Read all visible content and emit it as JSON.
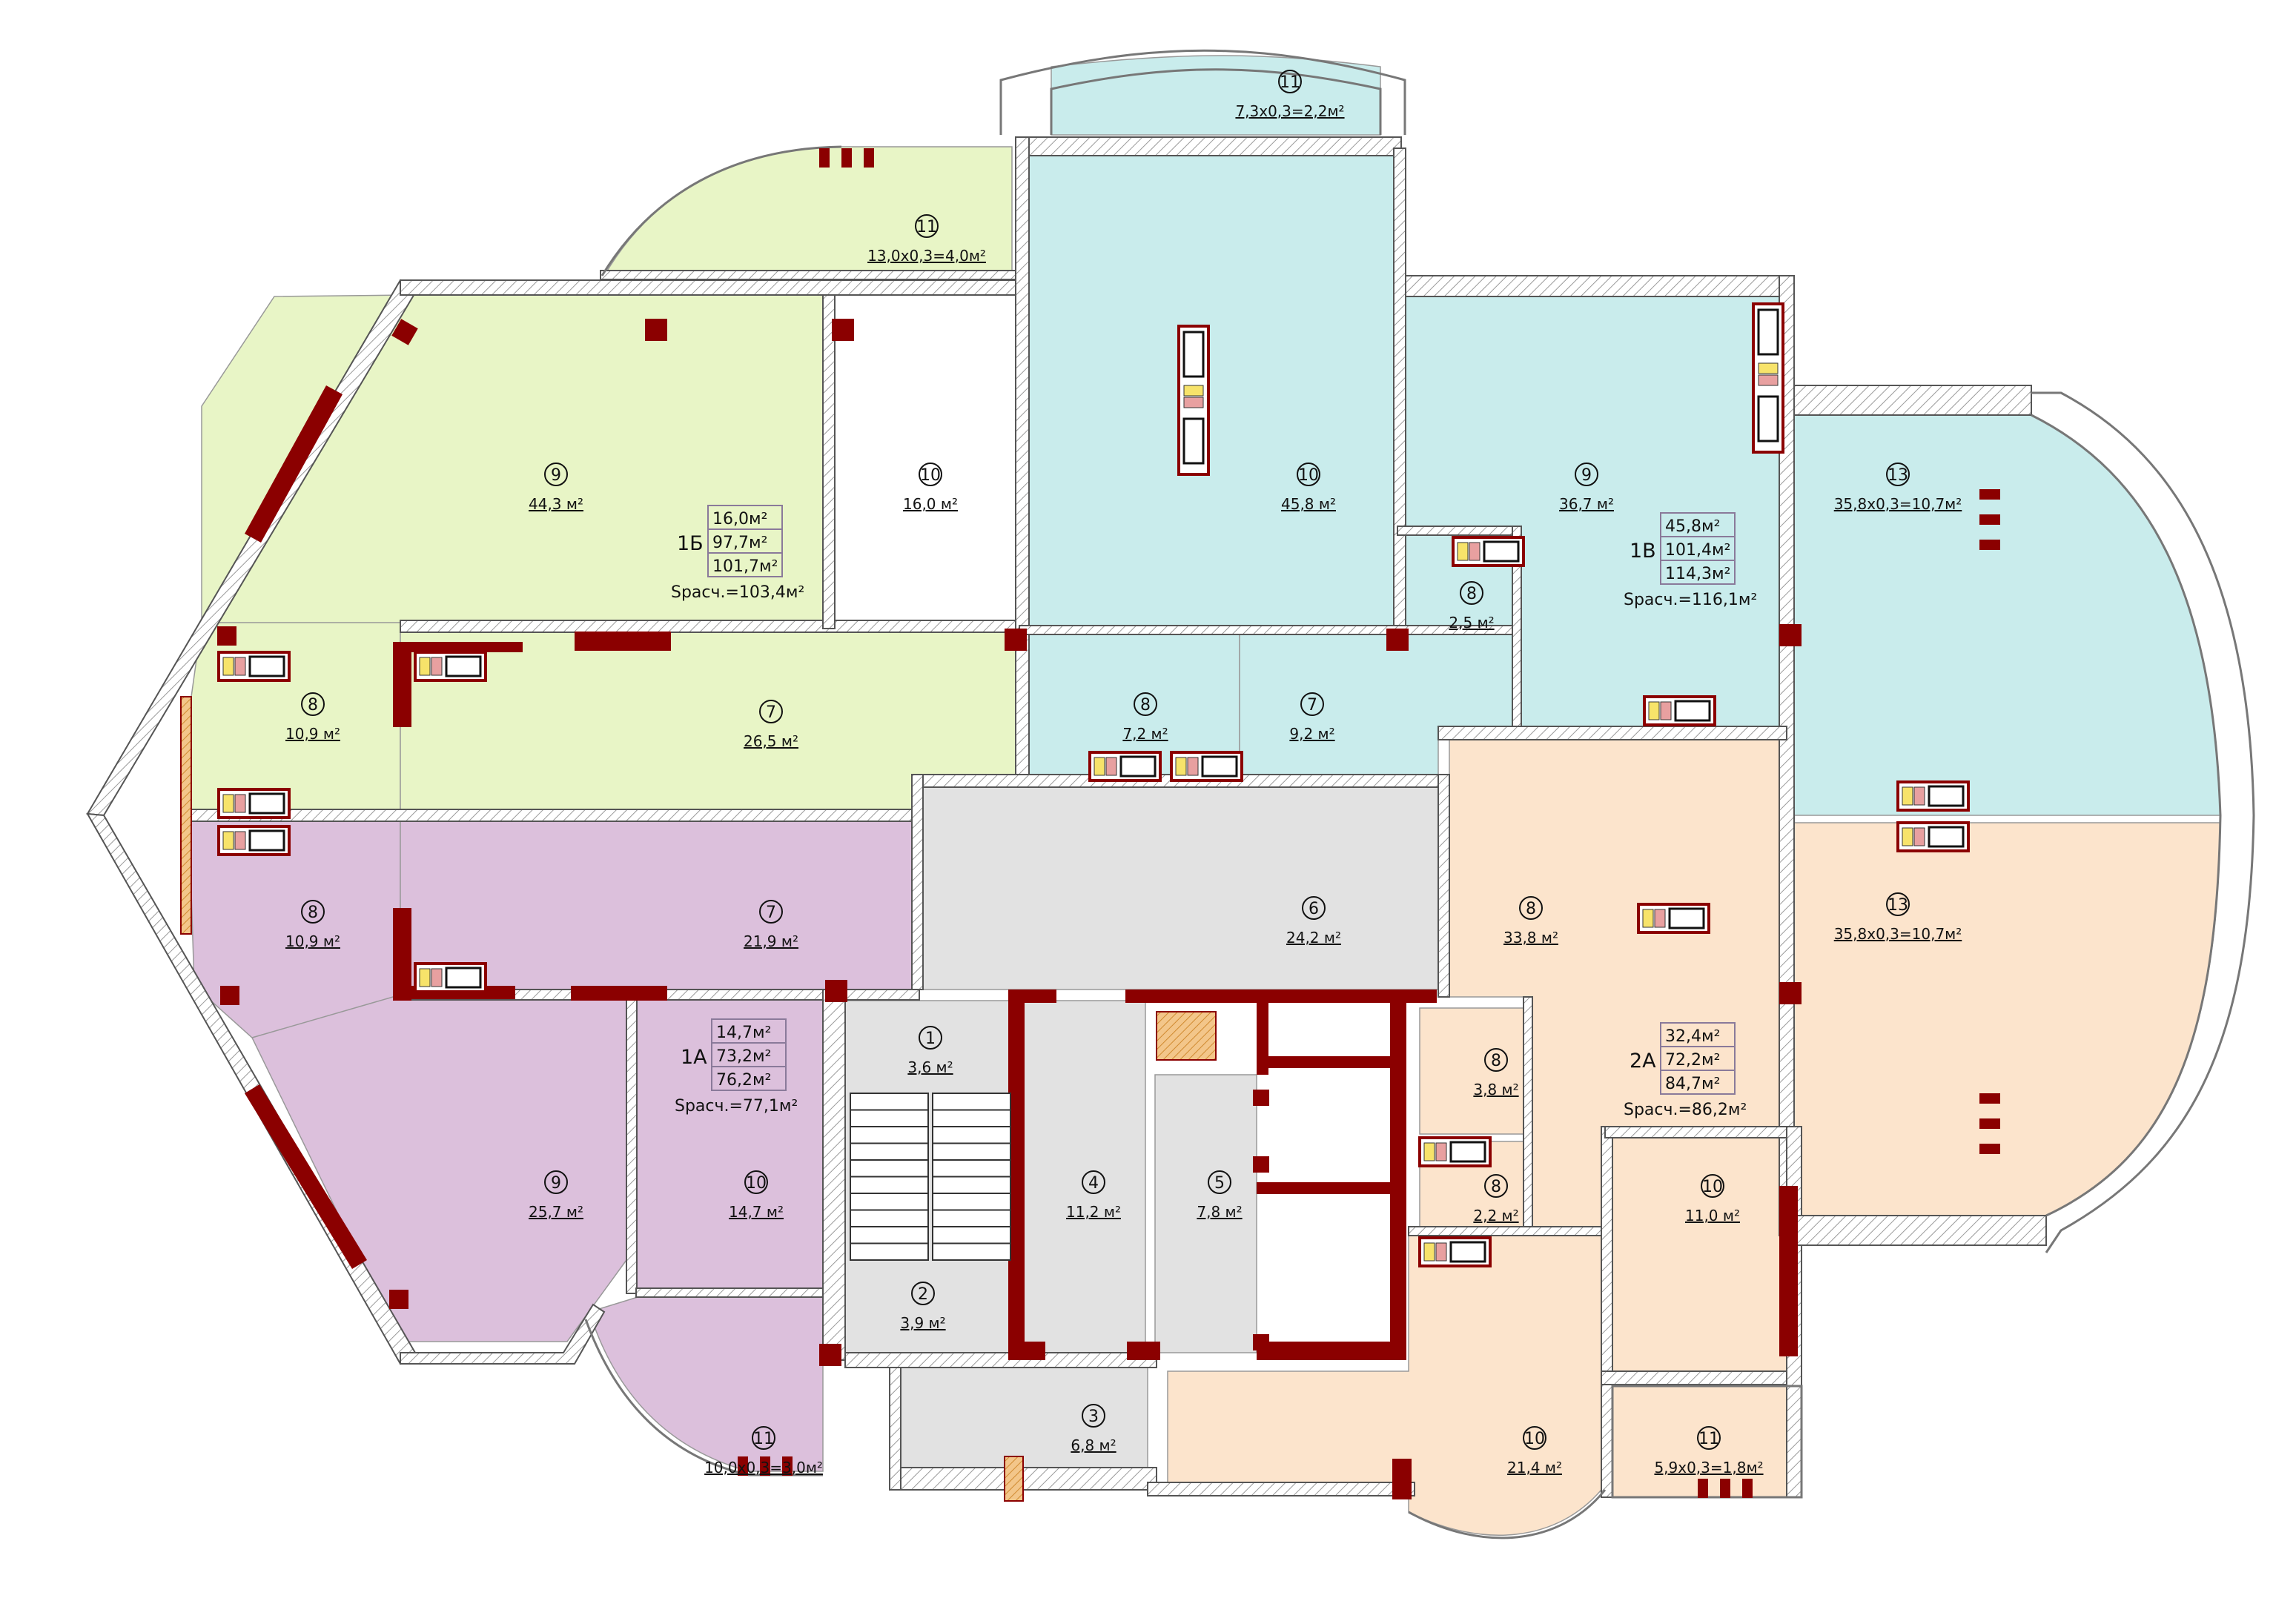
{
  "colors": {
    "green": "#e8f5c6",
    "cyan": "#c9ecec",
    "purple": "#dcc0dc",
    "peach": "#fce4cc",
    "gray": "#e2e2e2",
    "wall": "#8b0000",
    "hatch": "#bdbdbd",
    "brick": "#e0a050"
  },
  "rooms": [
    {
      "id": "1b-9",
      "num": "9",
      "area": "44,3 м²"
    },
    {
      "id": "1b-10",
      "num": "10",
      "area": "16,0 м²"
    },
    {
      "id": "1b-8",
      "num": "8",
      "area": "10,9 м²"
    },
    {
      "id": "1b-7",
      "num": "7",
      "area": "26,5 м²"
    },
    {
      "id": "1b-11",
      "num": "11",
      "area": "13,0х0,3=4,0м²"
    },
    {
      "id": "top-11",
      "num": "11",
      "area": "7,3х0,3=2,2м²"
    },
    {
      "id": "mid-10",
      "num": "10",
      "area": "45,8 м²"
    },
    {
      "id": "mid-8",
      "num": "8",
      "area": "7,2 м²"
    },
    {
      "id": "mid-7",
      "num": "7",
      "area": "9,2 м²"
    },
    {
      "id": "1v-9",
      "num": "9",
      "area": "36,7 м²"
    },
    {
      "id": "1v-8",
      "num": "8",
      "area": "2,5 м²"
    },
    {
      "id": "r-13a",
      "num": "13",
      "area": "35,8х0,3=10,7м²"
    },
    {
      "id": "r-13b",
      "num": "13",
      "area": "35,8х0,3=10,7м²"
    },
    {
      "id": "1a-8",
      "num": "8",
      "area": "10,9 м²"
    },
    {
      "id": "1a-7",
      "num": "7",
      "area": "21,9 м²"
    },
    {
      "id": "1a-9",
      "num": "9",
      "area": "25,7 м²"
    },
    {
      "id": "1a-10",
      "num": "10",
      "area": "14,7 м²"
    },
    {
      "id": "1a-11",
      "num": "11",
      "area": "10,0х0,3=3,0м²"
    },
    {
      "id": "c-6",
      "num": "6",
      "area": "24,2 м²"
    },
    {
      "id": "c-1",
      "num": "1",
      "area": "3,6 м²"
    },
    {
      "id": "c-2",
      "num": "2",
      "area": "3,9 м²"
    },
    {
      "id": "c-3",
      "num": "3",
      "area": "6,8 м²"
    },
    {
      "id": "c-4",
      "num": "4",
      "area": "11,2 м²"
    },
    {
      "id": "c-5",
      "num": "5",
      "area": "7,8 м²"
    },
    {
      "id": "2a-8",
      "num": "8",
      "area": "33,8 м²"
    },
    {
      "id": "2a-8b",
      "num": "8",
      "area": "3,8 м²"
    },
    {
      "id": "2a-8c",
      "num": "8",
      "area": "2,2 м²"
    },
    {
      "id": "2a-10",
      "num": "10",
      "area": "11,0 м²"
    },
    {
      "id": "2a-10b",
      "num": "10",
      "area": "21,4 м²"
    },
    {
      "id": "2a-11",
      "num": "11",
      "area": "5,9х0,3=1,8м²"
    }
  ],
  "apartments": [
    {
      "id": "1b",
      "label": "1Б",
      "a1": "16,0м²",
      "a2": "97,7м²",
      "a3": "101,7м²",
      "calc": "Sрасч.=103,4м²"
    },
    {
      "id": "1v",
      "label": "1В",
      "a1": "45,8м²",
      "a2": "101,4м²",
      "a3": "114,3м²",
      "calc": "Sрасч.=116,1м²"
    },
    {
      "id": "1a",
      "label": "1А",
      "a1": "14,7м²",
      "a2": "73,2м²",
      "a3": "76,2м²",
      "calc": "Sрасч.=77,1м²"
    },
    {
      "id": "2a",
      "label": "2А",
      "a1": "32,4м²",
      "a2": "72,2м²",
      "a3": "84,7м²",
      "calc": "Sрасч.=86,2м²"
    }
  ]
}
